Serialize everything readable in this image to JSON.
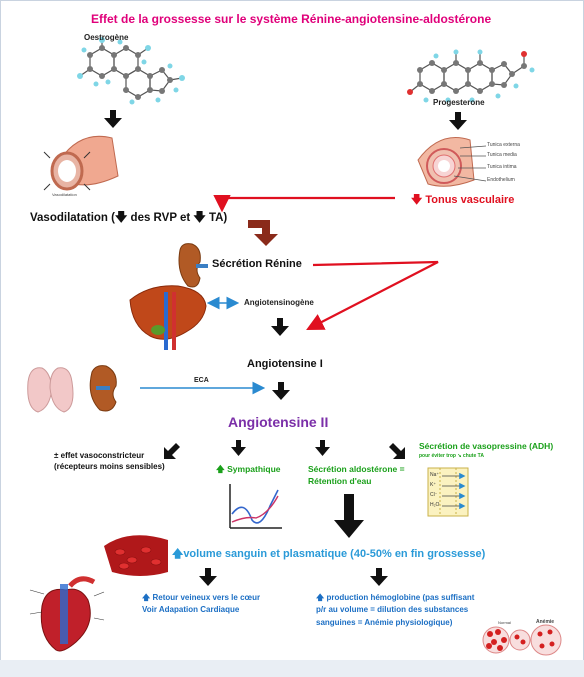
{
  "title": "Effet de la grossesse sur le système Rénine-angiotensine-aldostérone",
  "labels": {
    "oestrogene": "Oestrogène",
    "progesterone": "Progesterone",
    "vasodilatation_label": "Vasodilatation",
    "vessel_layers": [
      "Tunica externa",
      "Tunica media",
      "Tunica intima",
      "Endothelium"
    ],
    "vasodilatation": "Vasodilatation (",
    "des_rvp_et": " des RVP et ",
    "ta_close": " TA)",
    "tonus_vasculaire": "Tonus vasculaire",
    "secretion_renine": "Sécrétion Rénine",
    "angiotensinogene": "Angiotensinogène",
    "angiotensine_1": "Angiotensine I",
    "eca": "ECA",
    "angiotensine_2": "Angiotensine II",
    "effet_vasoconstricteur_1": "± effet vasoconstricteur",
    "effet_vasoconstricteur_2": "(récepteurs moins sensibles)",
    "sympathique": "Sympathique",
    "aldosterone_1": "Sécrétion aldostérone =",
    "aldosterone_2": "Rétention d'eau",
    "vasopressine_1": "Sécrétion de vasopressine (ADH)",
    "vasopressine_2": "pour éviter trop ↘ chute TA",
    "cell_labels": [
      "Na⁺",
      "K⁺",
      "Cl⁻",
      "H₂O"
    ],
    "volume": "volume sanguin et plasmatique (40-50% en fin grossesse)",
    "retour_1": "Retour veineux vers le cœur",
    "retour_2": "Voir Adapation Cardiaque",
    "hemo_1": "production hémoglobine (pas suffisant",
    "hemo_2": "p/r au volume = dilution des substances",
    "hemo_3": "sanguines = Anémie physiologique)",
    "normal": "Normal",
    "anemie": "Anémie"
  },
  "colors": {
    "title": "#e0007a",
    "red": "#e01020",
    "green": "#1aa01a",
    "blue_text": "#1c6fc4",
    "purple": "#7b2fa8",
    "brown_arrow": "#8a2a1a"
  },
  "icons": [
    "molecule-icon",
    "blood-vessel-icon",
    "kidney-icon",
    "liver-icon",
    "lungs-icon",
    "heart-icon",
    "red-blood-cells-icon",
    "graph-icon",
    "cell-membrane-icon"
  ]
}
